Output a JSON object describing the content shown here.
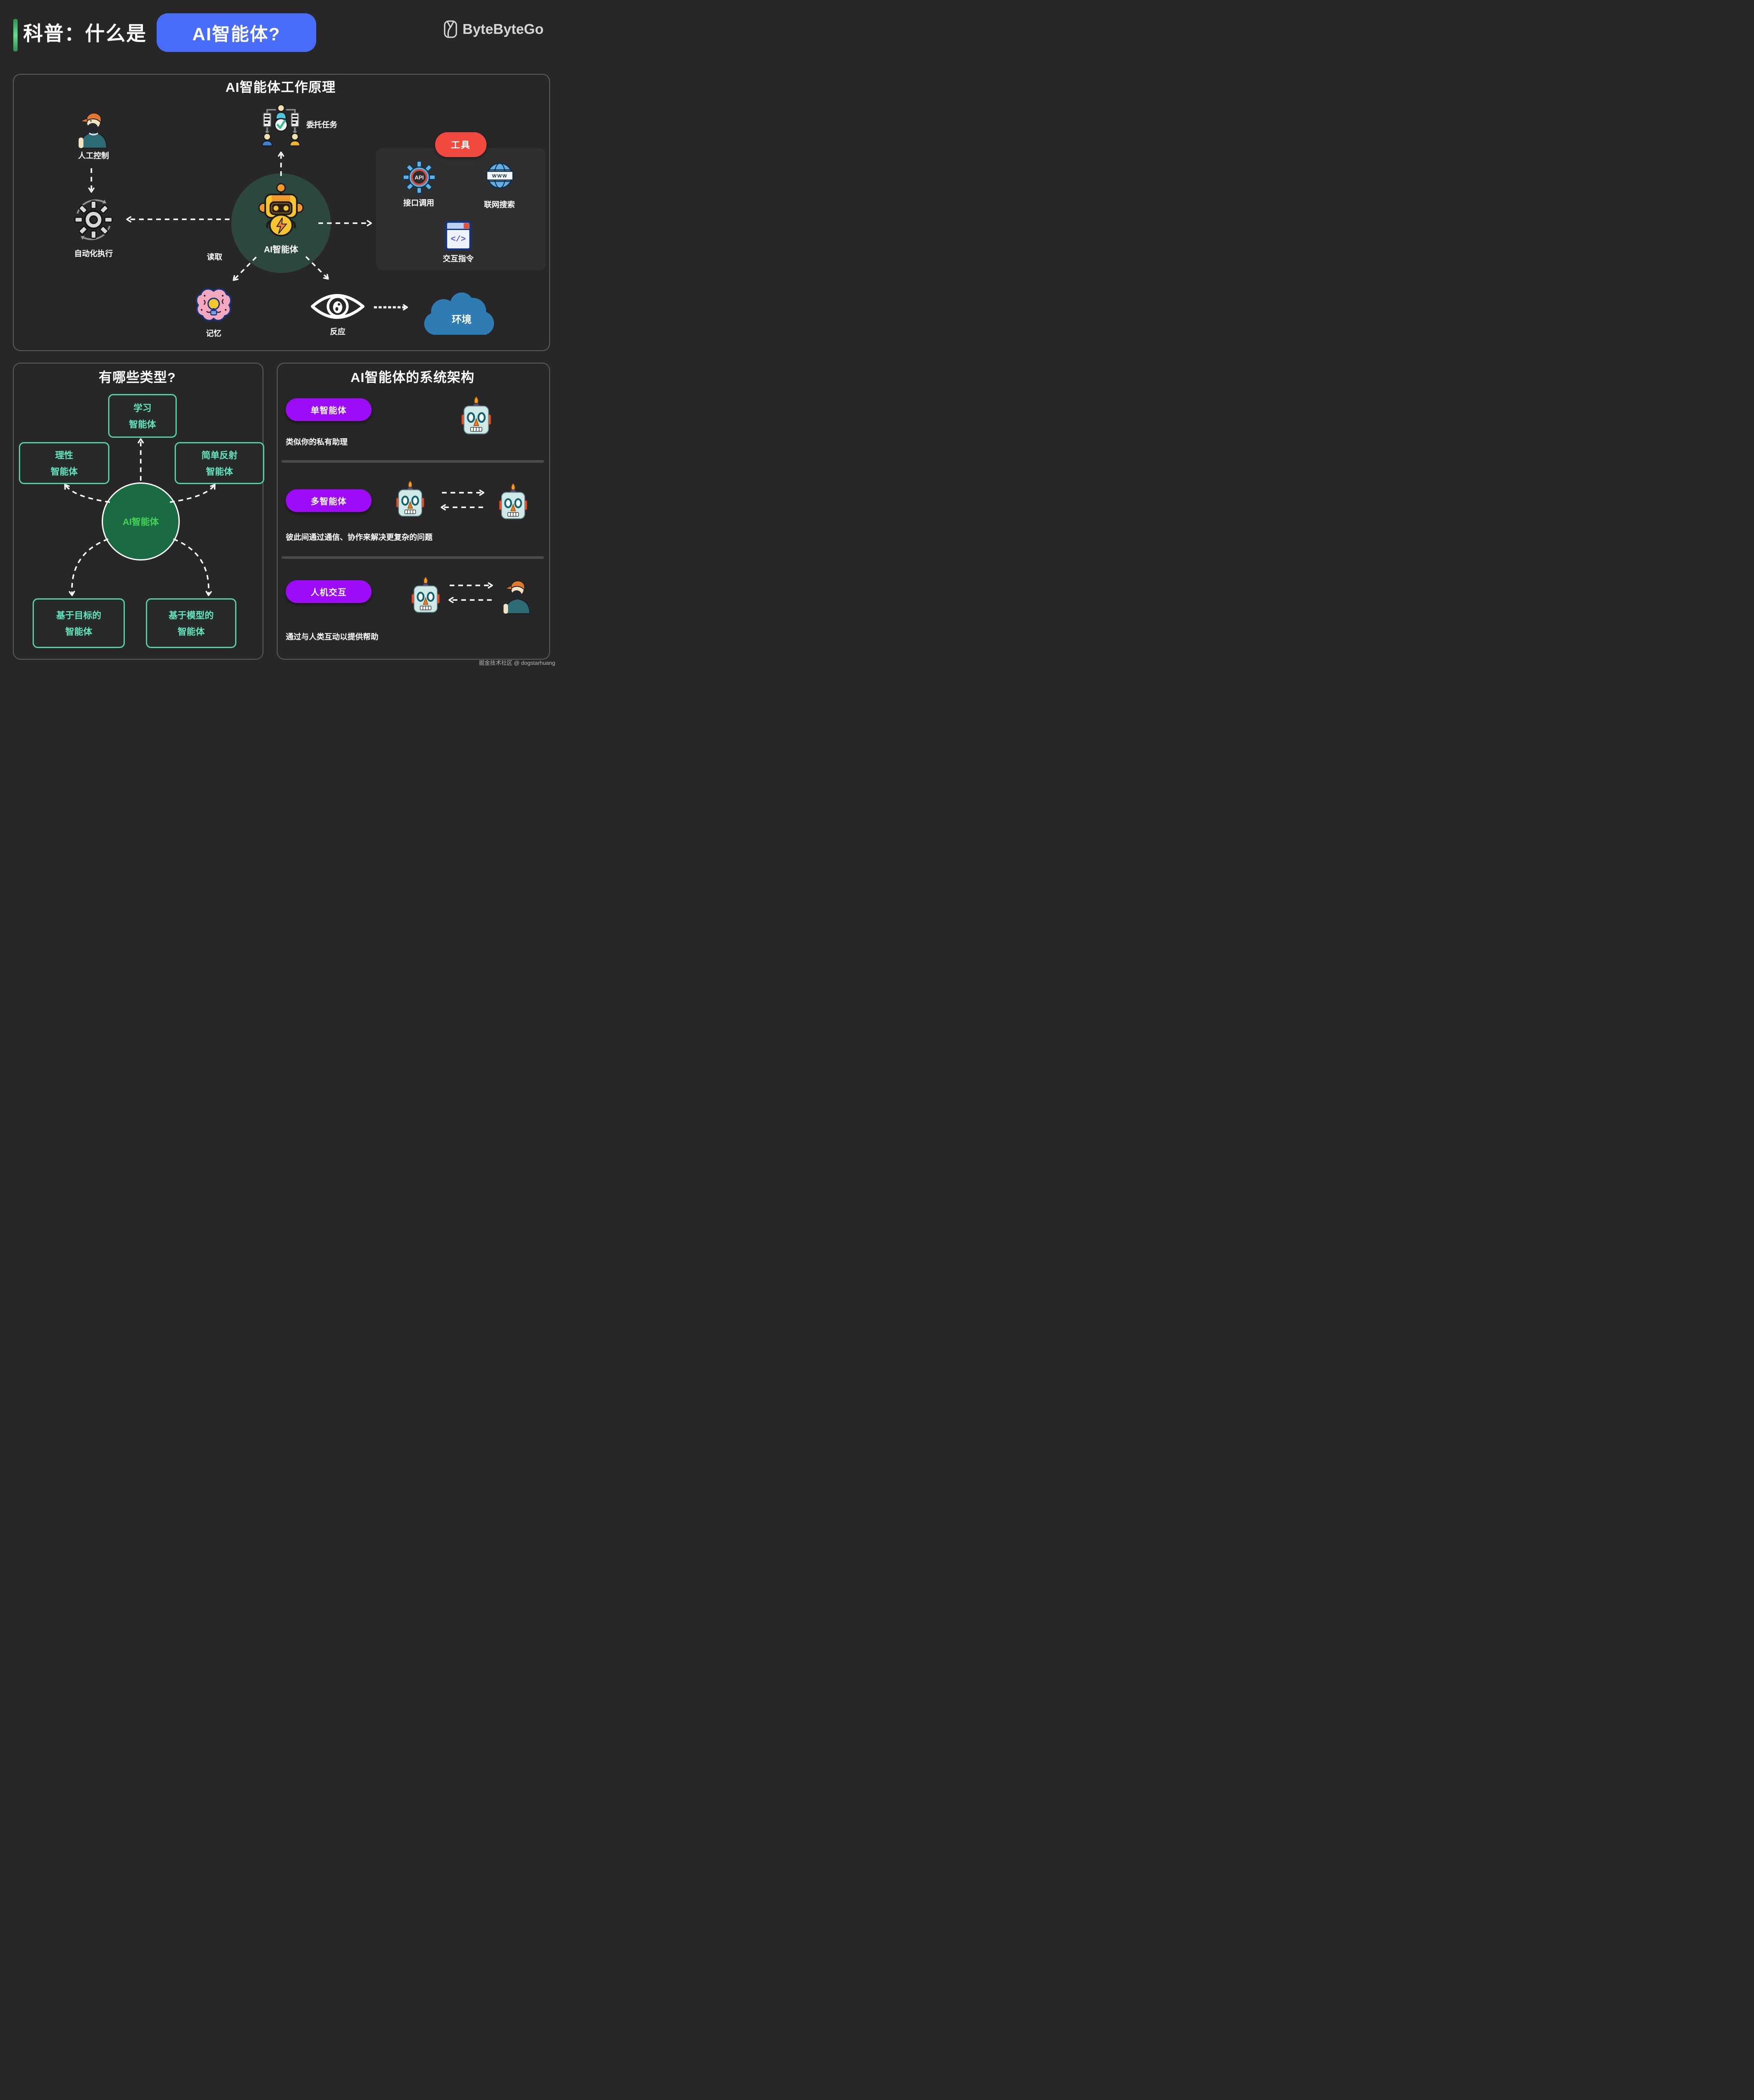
{
  "header": {
    "title_prefix": "科普：什么是",
    "title_highlight": "AI智能体?",
    "brand": "ByteByteGo"
  },
  "working_principle": {
    "title": "AI智能体工作原理",
    "agent_label": "AI智能体",
    "nodes": {
      "human_control": "人工控制",
      "delegate_task": "委托任务",
      "auto_execute": "自动化执行",
      "read": "读取",
      "memory": "记忆",
      "reaction": "反应",
      "environment": "环境"
    },
    "tools_panel": {
      "badge": "工具",
      "items": [
        {
          "icon": "api-gear-icon",
          "icon_text": "API",
          "label": "接口调用"
        },
        {
          "icon": "www-globe-icon",
          "icon_text": "WWW",
          "label": "联网搜索"
        },
        {
          "icon": "code-browser-icon",
          "icon_text": "</>",
          "label": "交互指令"
        }
      ]
    }
  },
  "types": {
    "title": "有哪些类型?",
    "center_label": "AI智能体",
    "boxes": [
      {
        "lines": [
          "学习",
          "智能体"
        ]
      },
      {
        "lines": [
          "理性",
          "智能体"
        ]
      },
      {
        "lines": [
          "简单反射",
          "智能体"
        ]
      },
      {
        "lines": [
          "基于目标的",
          "智能体"
        ]
      },
      {
        "lines": [
          "基于模型的",
          "智能体"
        ]
      }
    ]
  },
  "architecture": {
    "title": "AI智能体的系统架构",
    "rows": [
      {
        "badge": "单智能体",
        "desc": "类似你的私有助理"
      },
      {
        "badge": "多智能体",
        "desc": "彼此间通过通信、协作来解决更复杂的问题"
      },
      {
        "badge": "人机交互",
        "desc": "通过与人类互动以提供帮助"
      }
    ]
  },
  "watermark": {
    "text": "掘金技术社区 @ dogstarhuang"
  },
  "colors": {
    "background": "#272727",
    "accent_green": "#36a665",
    "title_pill_blue": "#4a6cfa",
    "tool_badge_red": "#f2493f",
    "arch_badge_purple": "#9d0bf7",
    "type_accent_teal": "#57cfa3",
    "agent_circle_green": "#2b473e",
    "types_circle_green": "#1a6b42",
    "types_circle_text": "#45d458",
    "cloud_blue": "#2f7cb5"
  }
}
